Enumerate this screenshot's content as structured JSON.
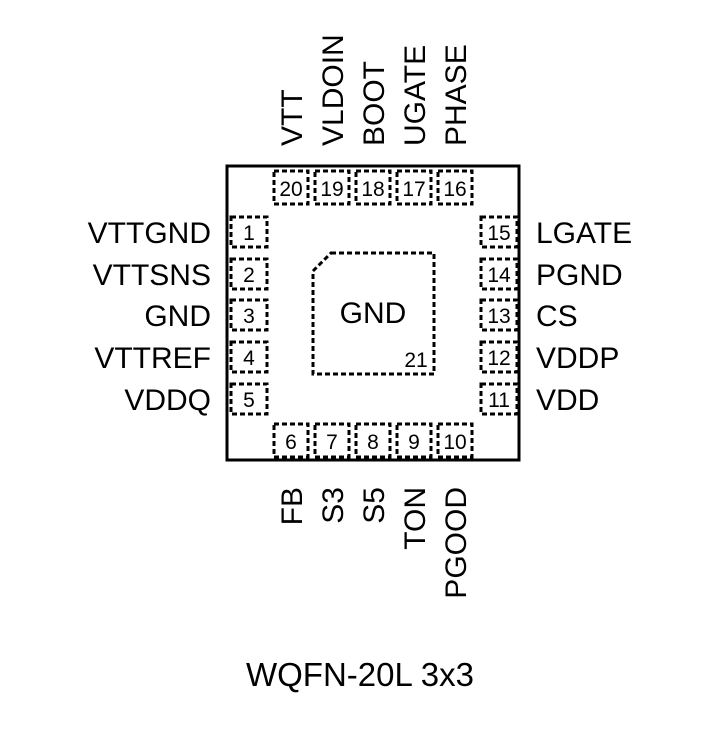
{
  "package": {
    "name": "WQFN-20L 3x3",
    "exposed_pad": {
      "label": "GND",
      "number": "21"
    }
  },
  "pins": {
    "left": [
      {
        "number": "1",
        "name": "VTTGND"
      },
      {
        "number": "2",
        "name": "VTTSNS"
      },
      {
        "number": "3",
        "name": "GND"
      },
      {
        "number": "4",
        "name": "VTTREF"
      },
      {
        "number": "5",
        "name": "VDDQ"
      }
    ],
    "bottom": [
      {
        "number": "6",
        "name": "FB"
      },
      {
        "number": "7",
        "name": "S3"
      },
      {
        "number": "8",
        "name": "S5"
      },
      {
        "number": "9",
        "name": "TON"
      },
      {
        "number": "10",
        "name": "PGOOD"
      }
    ],
    "right": [
      {
        "number": "11",
        "name": "VDD"
      },
      {
        "number": "12",
        "name": "VDDP"
      },
      {
        "number": "13",
        "name": "CS"
      },
      {
        "number": "14",
        "name": "PGND"
      },
      {
        "number": "15",
        "name": "LGATE"
      }
    ],
    "top": [
      {
        "number": "16",
        "name": "PHASE"
      },
      {
        "number": "17",
        "name": "UGATE"
      },
      {
        "number": "18",
        "name": "BOOT"
      },
      {
        "number": "19",
        "name": "VLDOIN"
      },
      {
        "number": "20",
        "name": "VTT"
      }
    ]
  }
}
